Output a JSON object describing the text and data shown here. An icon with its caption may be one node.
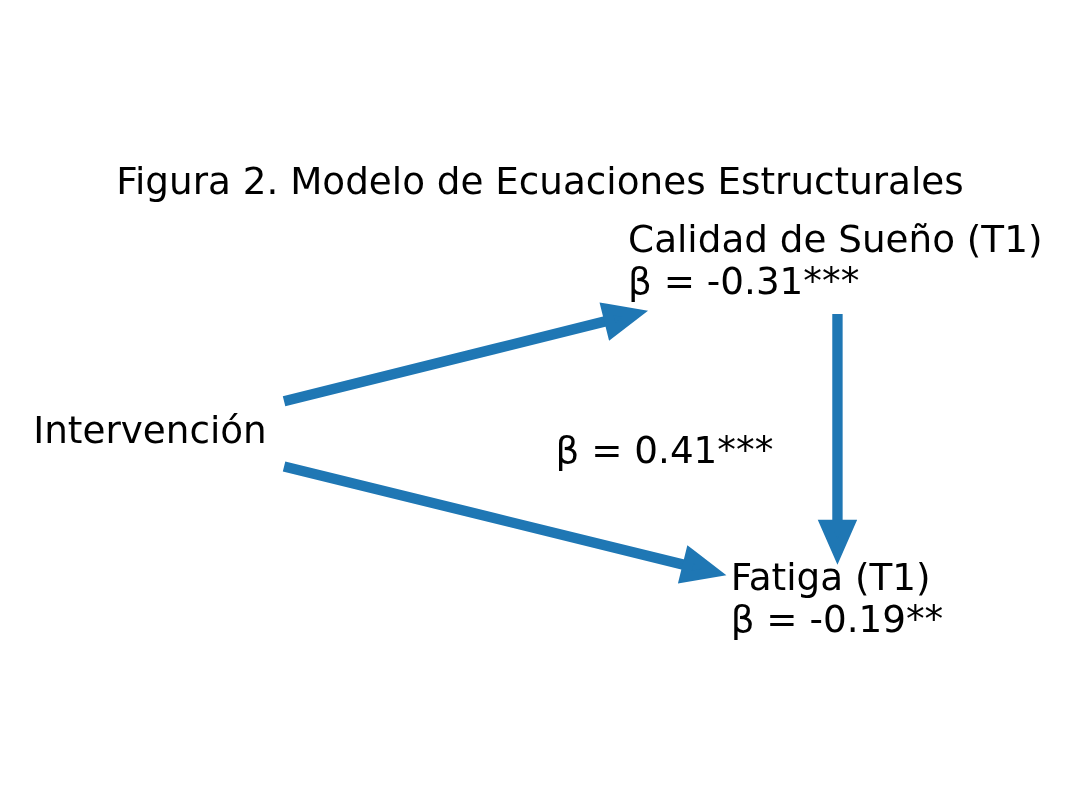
{
  "diagram": {
    "title": "Figura 2. Modelo de Ecuaciones Estructurales",
    "nodes": [
      {
        "text": [
          "Intervención"
        ]
      },
      {
        "text": [
          "Calidad de Sueño (T1)",
          "β = -0.31***"
        ]
      },
      {
        "text": [
          "Fatiga (T1)",
          "β = -0.19**"
        ]
      }
    ],
    "edges": [
      {
        "from": 0,
        "to": 1,
        "arrow": "to"
      },
      {
        "from": 0,
        "to": 2,
        "arrow": "to"
      },
      {
        "from": 1,
        "to": 2,
        "arrow": "to",
        "label": "β = 0.41***"
      }
    ]
  }
}
